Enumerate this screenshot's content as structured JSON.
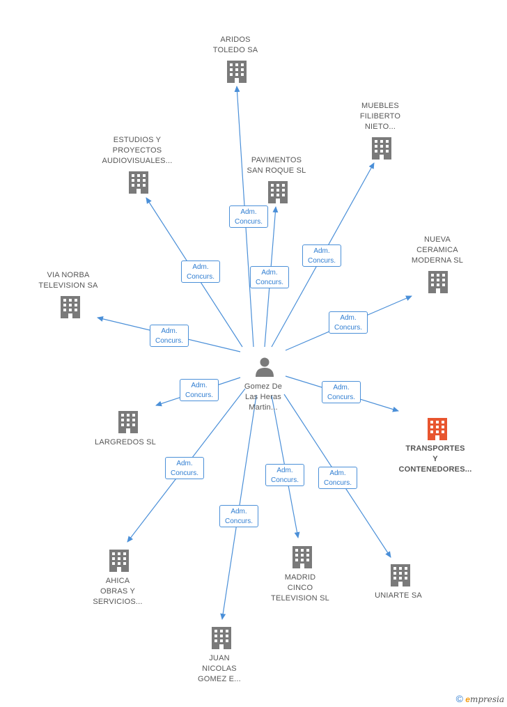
{
  "center": {
    "name": "Gomez De\nLas Heras\nMartin...",
    "icon": "person-icon"
  },
  "relation_label": "Adm.\nConcurs.",
  "companies": [
    {
      "id": "aridos",
      "name": "ARIDOS\nTOLEDO SA",
      "highlight": false
    },
    {
      "id": "muebles",
      "name": "MUEBLES\nFILIBERTO\nNIETO...",
      "highlight": false
    },
    {
      "id": "estudios",
      "name": "ESTUDIOS Y\nPROYECTOS\nAUDIOVISUALES...",
      "highlight": false
    },
    {
      "id": "pavimentos",
      "name": "PAVIMENTOS\nSAN ROQUE SL",
      "highlight": false
    },
    {
      "id": "nueva",
      "name": "NUEVA\nCERAMICA\nMODERNA SL",
      "highlight": false
    },
    {
      "id": "vianorba",
      "name": "VIA NORBA\nTELEVISION SA",
      "highlight": false
    },
    {
      "id": "largredos",
      "name": "LARGREDOS SL",
      "highlight": false
    },
    {
      "id": "transportes",
      "name": "TRANSPORTES\nY\nCONTENEDORES...",
      "highlight": true
    },
    {
      "id": "ahica",
      "name": "AHICA\nOBRAS Y\nSERVICIOS...",
      "highlight": false
    },
    {
      "id": "madrid",
      "name": "MADRID\nCINCO\nTELEVISION SL",
      "highlight": false
    },
    {
      "id": "uniarte",
      "name": "UNIARTE SA",
      "highlight": false
    },
    {
      "id": "juan",
      "name": "JUAN\nNICOLAS\nGOMEZ E...",
      "highlight": false
    }
  ],
  "colors": {
    "edge": "#4a8fd8",
    "building": "#7a7a7a",
    "building_highlight": "#e8552f",
    "person": "#7a7a7a"
  },
  "footer": {
    "copyright": "©",
    "brand_initial": "e",
    "brand_rest": "mpresia"
  }
}
